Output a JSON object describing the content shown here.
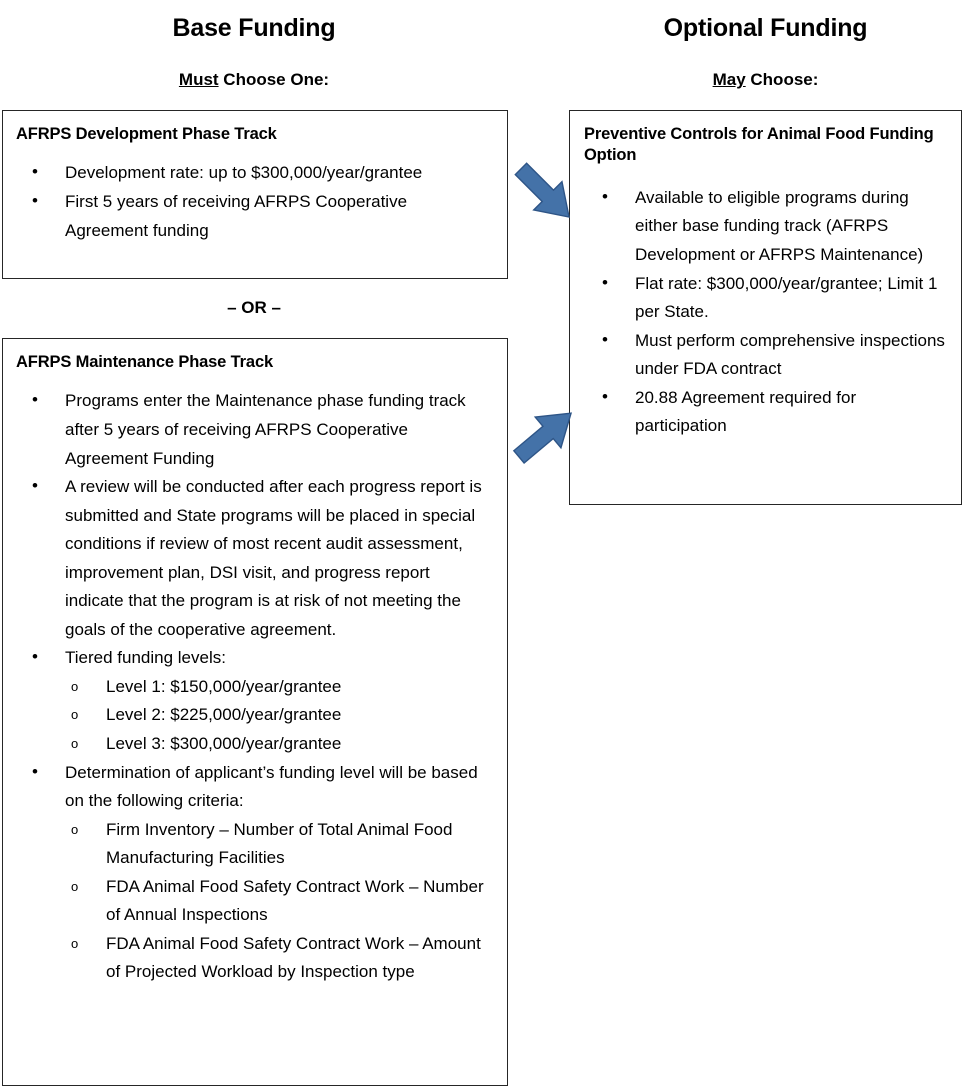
{
  "columns": {
    "left": {
      "title": "Base Funding",
      "subtitle_underlined": "Must",
      "subtitle_rest": " Choose One:",
      "separator": "– OR –"
    },
    "right": {
      "title": "Optional Funding",
      "subtitle_underlined": "May",
      "subtitle_rest": " Choose:"
    }
  },
  "boxes": {
    "development": {
      "heading": "AFRPS Development Phase Track",
      "bullets": [
        "Development rate:  up to $300,000/year/grantee",
        "First 5 years of receiving AFRPS Cooperative Agreement funding"
      ]
    },
    "maintenance": {
      "heading": "AFRPS Maintenance Phase Track",
      "bullets": [
        {
          "text": "Programs enter the Maintenance phase funding track after 5 years of receiving AFRPS Cooperative Agreement Funding",
          "sub": []
        },
        {
          "text": "A review will be conducted after each progress report is submitted and State programs will be placed in special conditions if review of most recent audit assessment, improvement plan, DSI visit, and progress report indicate that the program is at risk of not meeting the goals of the cooperative agreement.",
          "sub": []
        },
        {
          "text": "Tiered funding levels:",
          "sub": [
            "Level 1:  $150,000/year/grantee",
            "Level 2:  $225,000/year/grantee",
            "Level 3:  $300,000/year/grantee"
          ]
        },
        {
          "text": "Determination of applicant’s funding level will be based on the following criteria:",
          "sub": [
            "Firm Inventory – Number of Total Animal Food Manufacturing Facilities",
            "FDA Animal Food Safety Contract Work – Number of Annual Inspections",
            "FDA Animal Food Safety Contract Work – Amount of Projected Workload by Inspection type"
          ]
        }
      ]
    },
    "preventive_controls": {
      "heading": "Preventive Controls for Animal Food Funding Option",
      "bullets": [
        "Available to eligible programs during either base funding track (AFRPS Development or AFRPS Maintenance)",
        "Flat rate:  $300,000/year/grantee; Limit 1 per State.",
        "Must perform comprehensive inspections under FDA contract",
        "20.88 Agreement required for participation"
      ]
    }
  },
  "arrows": [
    {
      "name": "arrow-development-to-preventive-controls",
      "direction": "down-right",
      "color": "#4472A8"
    },
    {
      "name": "arrow-maintenance-to-preventive-controls",
      "direction": "up-right",
      "color": "#4472A8"
    }
  ],
  "glyphs": {
    "bullet_filled": "•",
    "bullet_hollow": "o"
  },
  "colors": {
    "box_border": "#262626",
    "arrow_fill": "#4472A8",
    "arrow_stroke": "#2E5587",
    "text": "#000000",
    "background": "#FFFFFF"
  }
}
